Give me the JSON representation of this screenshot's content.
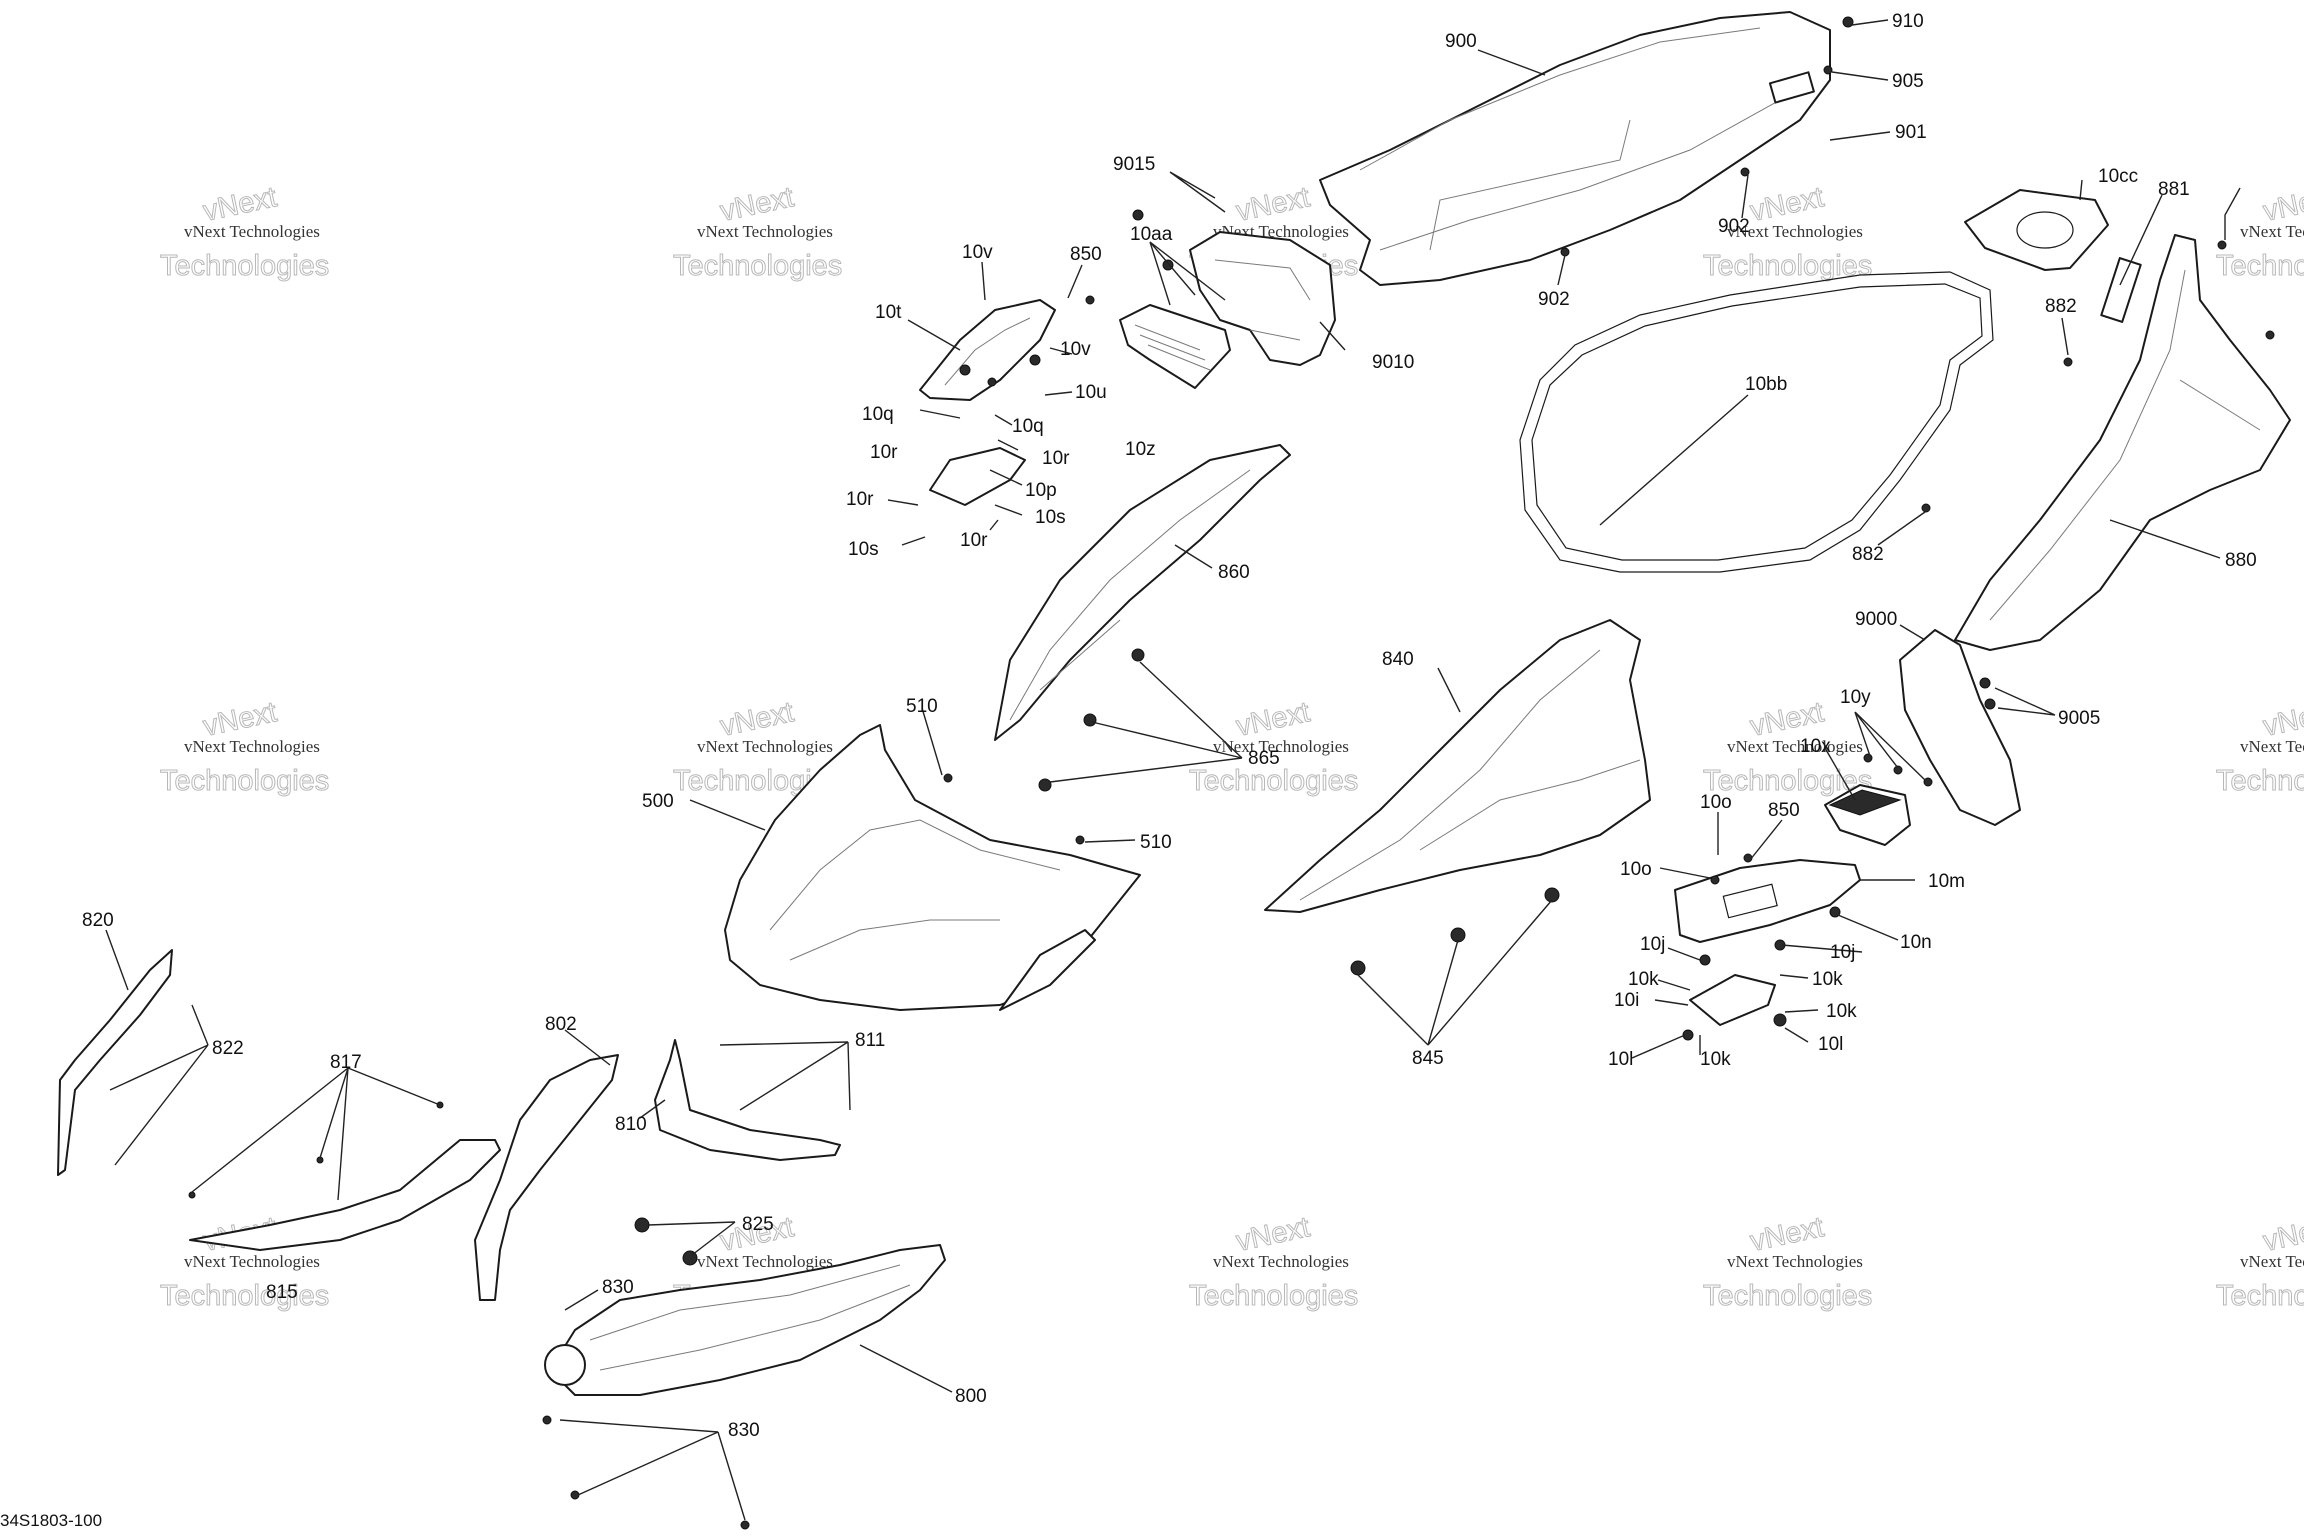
{
  "figure_id": "34S1803-100",
  "watermark": {
    "line1": "vNext Technologies",
    "line2": "Technologies",
    "accent": "vNext"
  },
  "colors": {
    "line": "#1a1a1a",
    "background": "#ffffff",
    "watermark": "#b8b8b8"
  },
  "callouts": {
    "900": "900",
    "910": "910",
    "905": "905",
    "901": "901",
    "902a": "902",
    "902b": "902",
    "9015": "9015",
    "10aa": "10aa",
    "10v_a": "10v",
    "850_a": "850",
    "10t": "10t",
    "10v_b": "10v",
    "10u": "10u",
    "10q_a": "10q",
    "10q_b": "10q",
    "10r_a": "10r",
    "10r_b": "10r",
    "10p": "10p",
    "10r_c": "10r",
    "10s_a": "10s",
    "10s_b": "10s",
    "10r_d": "10r",
    "10z": "10z",
    "9010": "9010",
    "10cc": "10cc",
    "881": "881",
    "882a": "882",
    "882b": "882",
    "10bb": "10bb",
    "880": "880",
    "860": "860",
    "9000": "9000",
    "9005": "9005",
    "10y": "10y",
    "10x": "10x",
    "840": "840",
    "865": "865",
    "510a": "510",
    "510b": "510",
    "500": "500",
    "10o_a": "10o",
    "850_b": "850",
    "10o_b": "10o",
    "10m": "10m",
    "10n": "10n",
    "10j_a": "10j",
    "10j_b": "10j",
    "10k_a": "10k",
    "10k_b": "10k",
    "10i": "10i",
    "10k_c": "10k",
    "10l_a": "10l",
    "10l_b": "10l",
    "10k_d": "10k",
    "845": "845",
    "820": "820",
    "822": "822",
    "802": "802",
    "811": "811",
    "817": "817",
    "810": "810",
    "825": "825",
    "830a": "830",
    "815": "815",
    "800": "800",
    "830b": "830"
  }
}
